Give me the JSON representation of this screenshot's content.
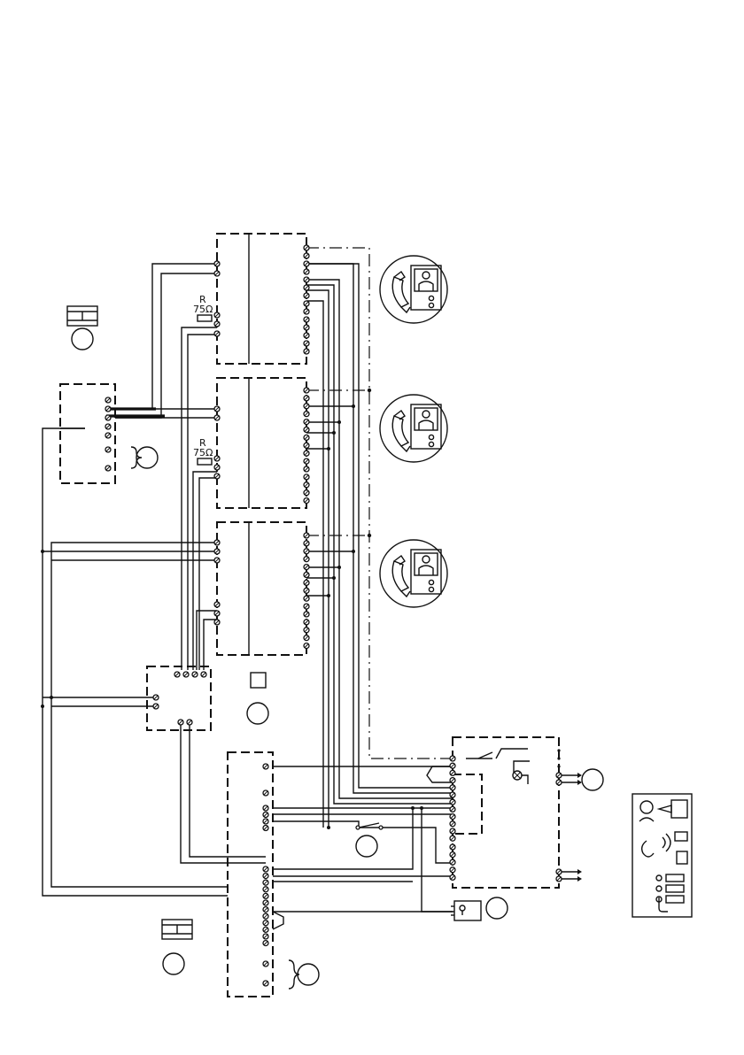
{
  "diagram": {
    "resistors": [
      {
        "letter": "R",
        "value": "75Ω"
      },
      {
        "letter": "R",
        "value": "75Ω"
      }
    ],
    "icons": [
      "handset-monitor-icon",
      "handset-monitor-icon",
      "handset-monitor-icon",
      "din-module-icon",
      "din-module-icon",
      "door-lock-icon",
      "function-legend-icon"
    ],
    "colors": {
      "line": "#111111",
      "background": "#ffffff"
    }
  }
}
